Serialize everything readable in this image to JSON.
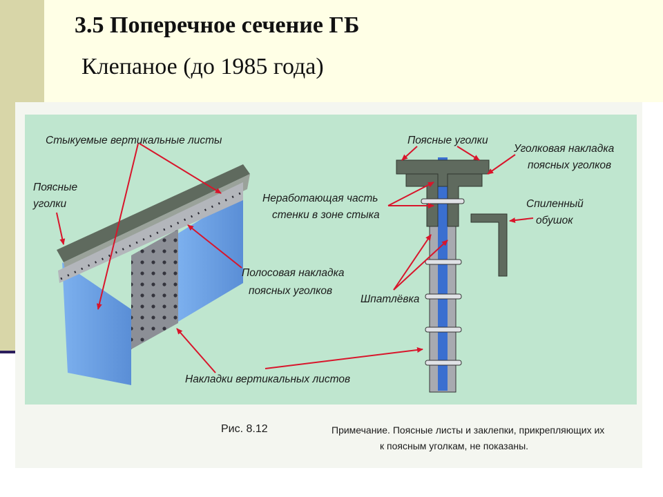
{
  "slide": {
    "title": "3.5 Поперечное сечение ГБ",
    "subtitle": "Клепаное (до 1985 года)"
  },
  "figure": {
    "labels": {
      "butt_sheets": "Стыкуемые вертикальные листы",
      "flange_angles_left_1": "Поясные",
      "flange_angles_left_2": "уголки",
      "strip_cover_1": "Полосовая накладка",
      "strip_cover_2": "поясных уголков",
      "vertical_covers": "Накладки вертикальных листов",
      "flange_angles_right": "Поясные уголки",
      "angle_cover_1": "Уголковая накладка",
      "angle_cover_2": "поясных уголков",
      "idle_part_1": "Неработающая часть",
      "idle_part_2": "стенки в зоне стыка",
      "planed_1": "Спиленный",
      "planed_2": "обушок",
      "putty": "Шпатлёвка"
    },
    "caption": "Рис. 8.12",
    "note_line1": "Примечание. Поясные листы и заклепки, прикрепляющих их",
    "note_line2": "к поясным уголкам, не показаны."
  },
  "colors": {
    "panel": "#bfe6cf",
    "sheet_blue": "#6c9fe0",
    "steel": "#a8aab0",
    "arrow": "#d8152b"
  }
}
